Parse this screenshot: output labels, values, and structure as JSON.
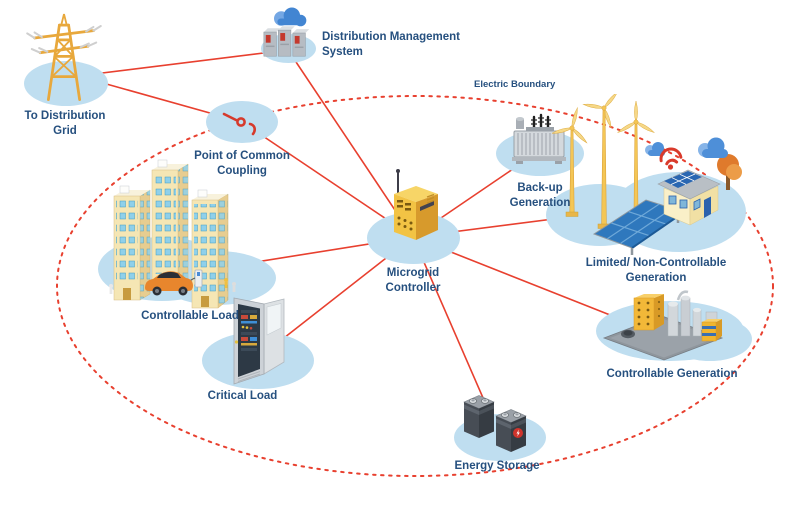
{
  "diagram": {
    "boundary_label": "Electric Boundary",
    "colors": {
      "label_text": "#26507f",
      "connection_line": "#e8402f",
      "boundary_dash": "#e8402f",
      "node_pad": "#bfdef0",
      "background": "#ffffff",
      "accent_yellow": "#f2c344",
      "accent_orange": "#e8862d"
    }
  },
  "nodes": {
    "to_distribution_grid": {
      "label": "To Distribution Grid",
      "icon": "transmission-tower-icon"
    },
    "distribution_management_system": {
      "label": "Distribution Management System",
      "icon": "cloud-servers-icon"
    },
    "point_of_common_coupling": {
      "label": "Point of Common Coupling",
      "icon": "disconnect-switch-icon"
    },
    "backup_generation": {
      "label": "Back-up Generation",
      "icon": "generator-icon"
    },
    "limited_non_controllable_generation": {
      "label": "Limited/ Non-Controllable Generation",
      "icon": "wind-solar-house-icon"
    },
    "microgrid_controller": {
      "label": "Microgrid Controller",
      "icon": "controller-box-icon"
    },
    "controllable_load": {
      "label": "Controllable Load",
      "icon": "buildings-ev-icon"
    },
    "critical_load": {
      "label": "Critical Load",
      "icon": "control-cabinet-icon"
    },
    "energy_storage": {
      "label": "Energy Storage",
      "icon": "batteries-icon"
    },
    "controllable_generation": {
      "label": "Controllable Generation",
      "icon": "power-plant-icon"
    }
  },
  "connections": [
    {
      "from": "to_distribution_grid",
      "to": "distribution_management_system"
    },
    {
      "from": "to_distribution_grid",
      "to": "point_of_common_coupling"
    },
    {
      "from": "distribution_management_system",
      "to": "microgrid_controller"
    },
    {
      "from": "point_of_common_coupling",
      "to": "microgrid_controller"
    },
    {
      "from": "microgrid_controller",
      "to": "backup_generation"
    },
    {
      "from": "microgrid_controller",
      "to": "limited_non_controllable_generation"
    },
    {
      "from": "microgrid_controller",
      "to": "controllable_generation"
    },
    {
      "from": "microgrid_controller",
      "to": "energy_storage"
    },
    {
      "from": "microgrid_controller",
      "to": "critical_load"
    },
    {
      "from": "microgrid_controller",
      "to": "controllable_load"
    }
  ]
}
